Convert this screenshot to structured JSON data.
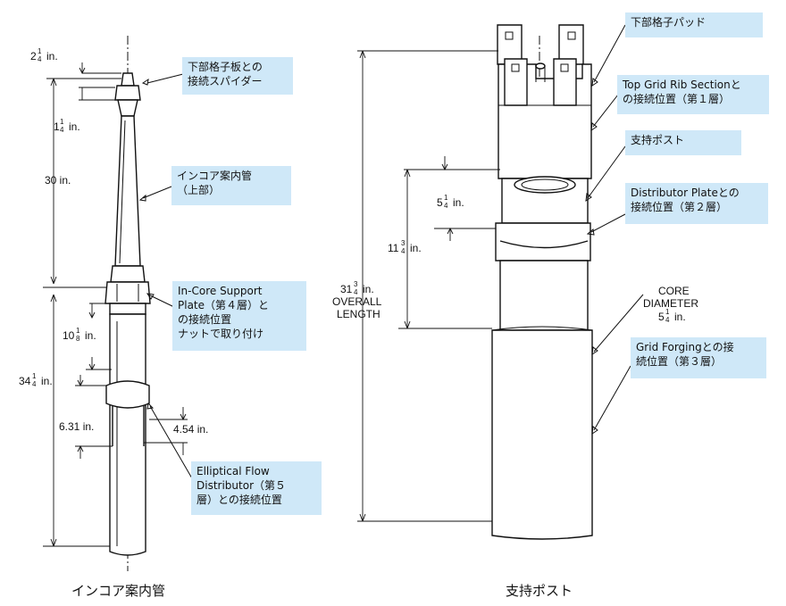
{
  "left_figure": {
    "caption": "インコア案内管",
    "dimensions": {
      "d1": {
        "whole": "2",
        "frac_num": "1",
        "frac_den": "4",
        "unit": "in."
      },
      "d2": {
        "whole": "1",
        "frac_num": "1",
        "frac_den": "4",
        "unit": "in."
      },
      "d3": {
        "text": "30 in."
      },
      "d4": {
        "whole": "10",
        "frac_num": "1",
        "frac_den": "8",
        "unit": "in."
      },
      "d5": {
        "whole": "34",
        "frac_num": "1",
        "frac_den": "4",
        "unit": "in."
      },
      "d6": {
        "text": "6.31 in."
      },
      "d7": {
        "text": "4.54 in."
      }
    },
    "callouts": {
      "spider": "下部格子板との\n接続スパイダー",
      "guide_tube": "インコア案内管\n（上部）",
      "support_plate": "In-Core Support\nPlate（第４層）と\nの接続位置\nナットで取り付け",
      "distributor": "Elliptical Flow\nDistributor（第５\n層）との接続位置"
    }
  },
  "right_figure": {
    "caption": "支持ポスト",
    "dimensions": {
      "d1": {
        "whole": "5",
        "frac_num": "1",
        "frac_den": "4",
        "unit": "in."
      },
      "d2": {
        "whole": "11",
        "frac_num": "3",
        "frac_den": "4",
        "unit": "in."
      },
      "overall": {
        "whole": "31",
        "frac_num": "3",
        "frac_den": "4",
        "unit": "in.",
        "line2": "OVERALL",
        "line3": "LENGTH"
      },
      "core_diameter": {
        "line1": "CORE",
        "line2": "DIAMETER",
        "whole": "5",
        "frac_num": "1",
        "frac_den": "4",
        "unit": "in."
      }
    },
    "callouts": {
      "pad": "下部格子パッド",
      "top_grid": "Top Grid Rib Sectionと\nの接続位置（第１層）",
      "post": "支持ポスト",
      "distributor_plate": "Distributor Plateとの\n接続位置（第２層）",
      "grid_forging": "Grid Forgingとの接\n続位置（第３層）"
    }
  },
  "colors": {
    "callout_bg": "#cfe8f8",
    "ink": "#111111"
  }
}
